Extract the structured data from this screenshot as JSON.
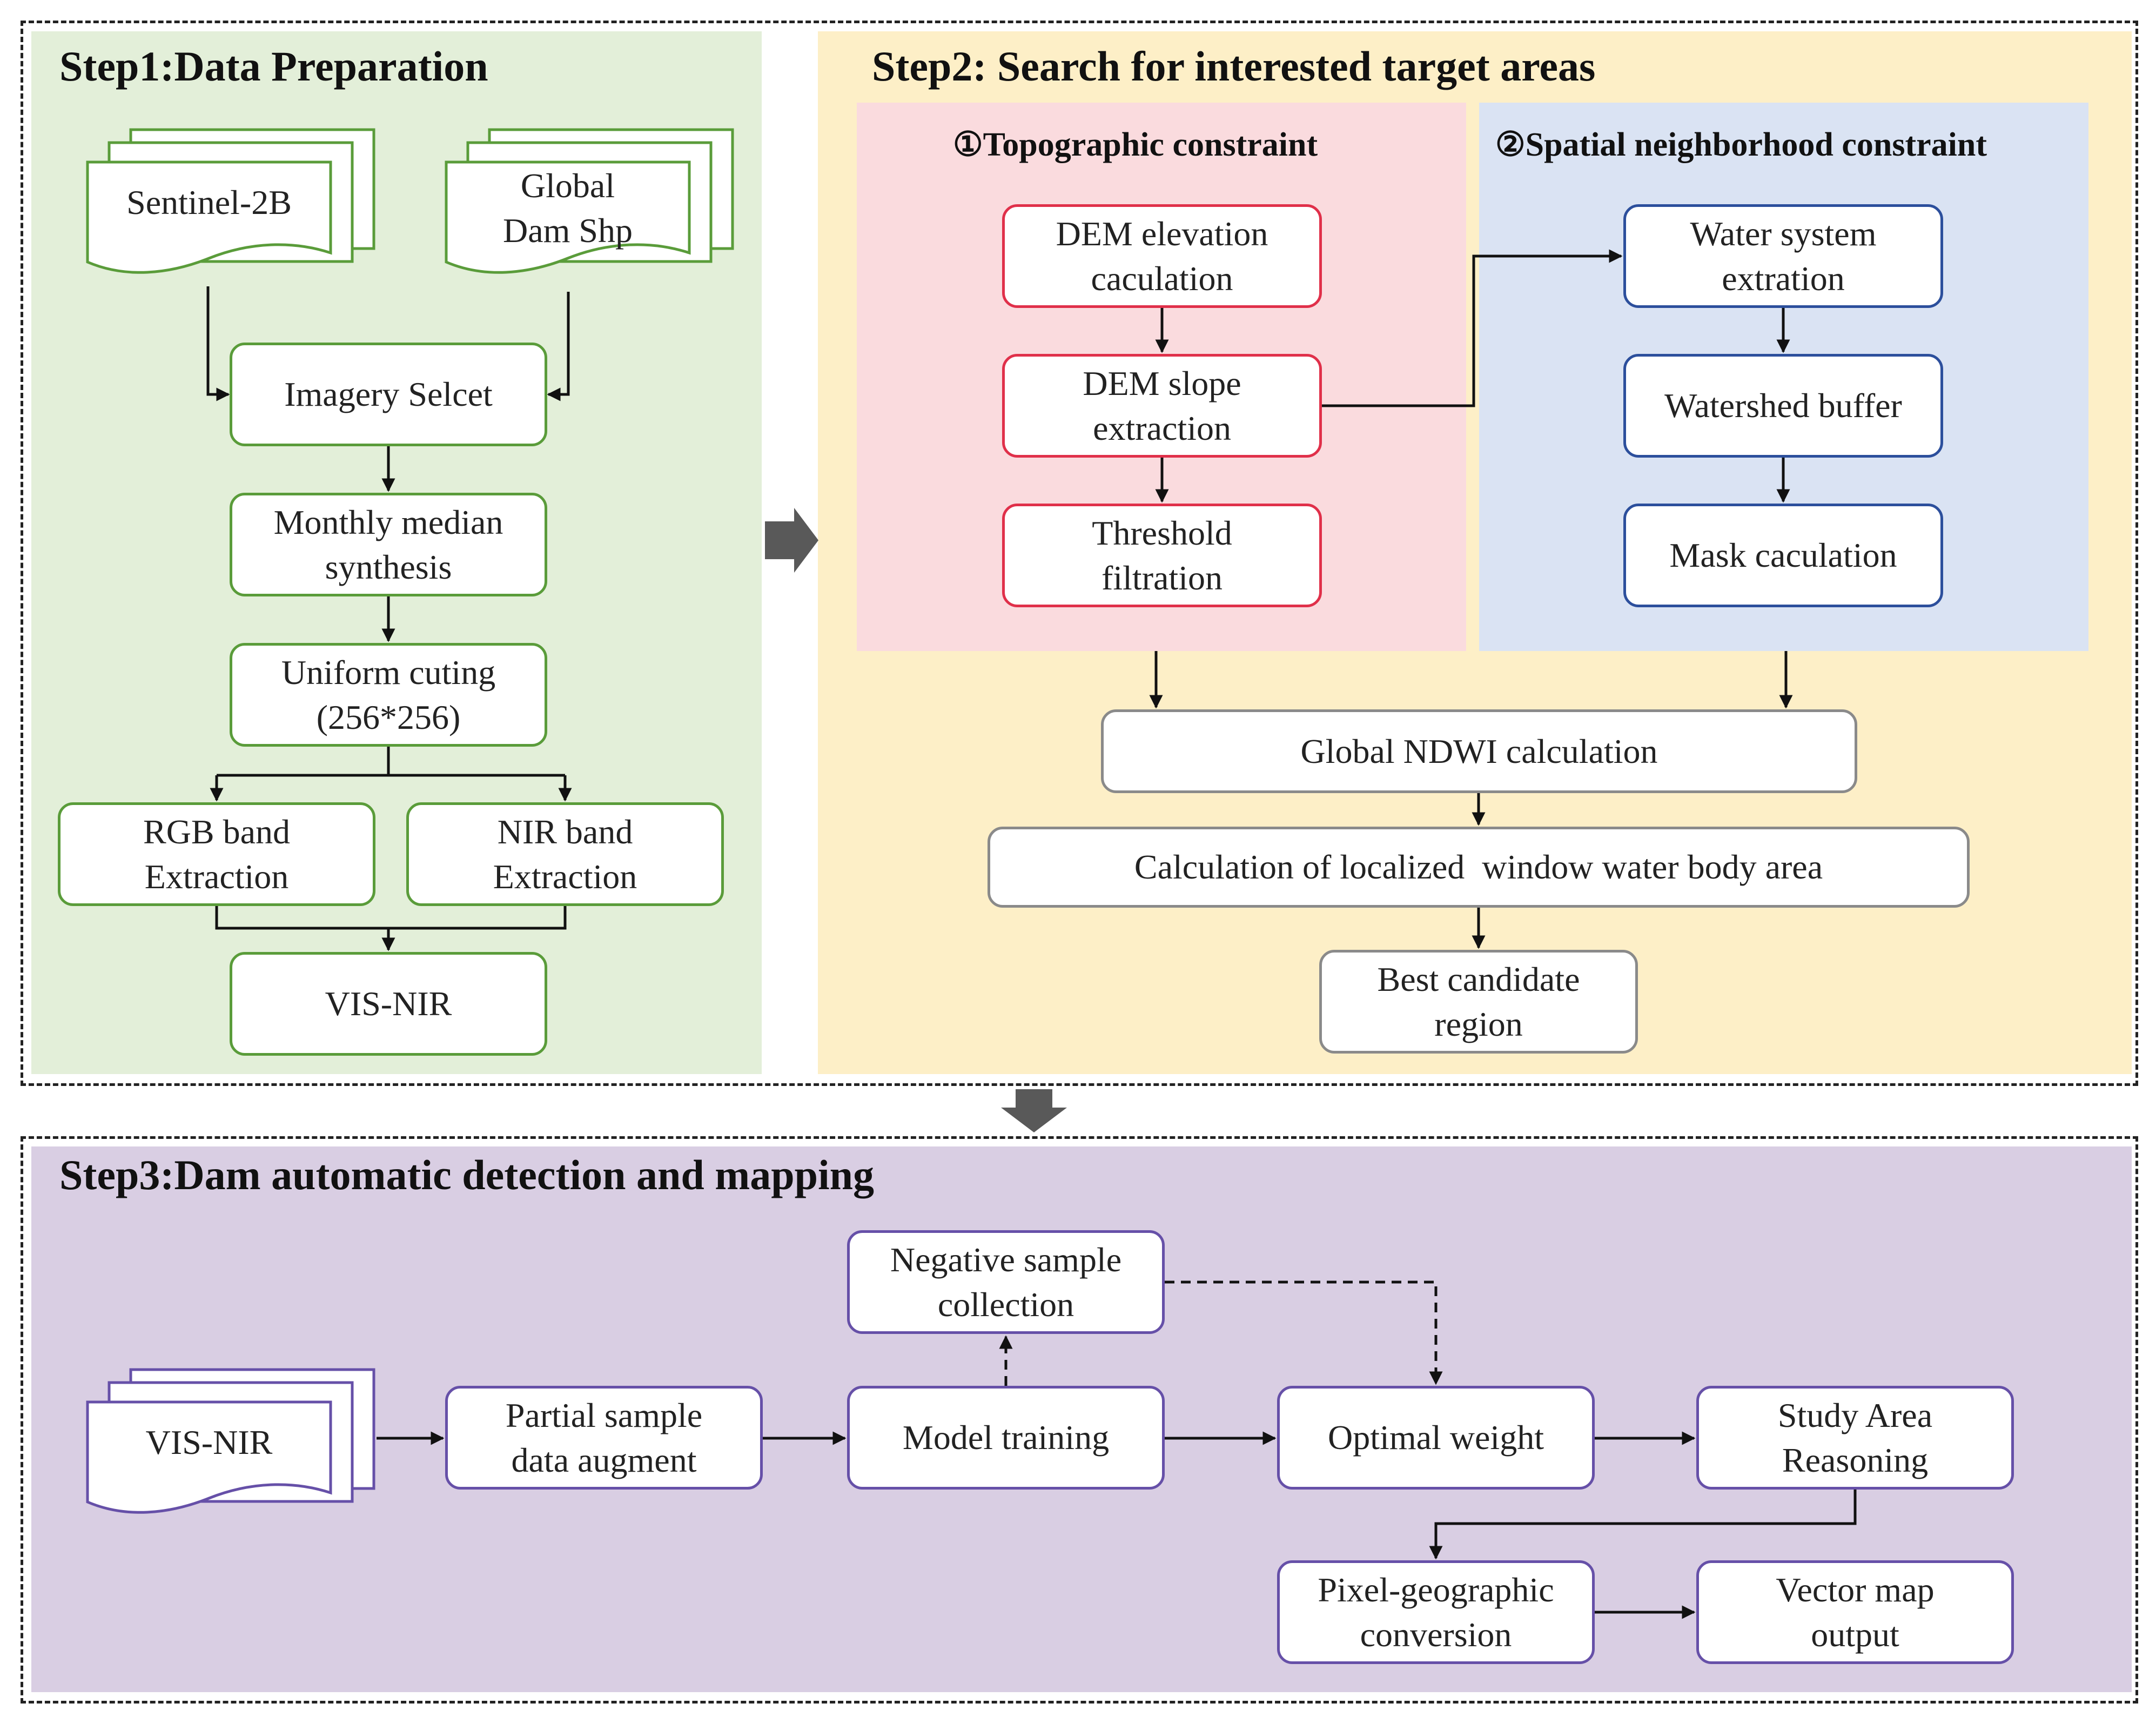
{
  "steps": {
    "step1": {
      "title": "Step1:Data Preparation"
    },
    "step2": {
      "title": "Step2: Search for interested target areas",
      "topographic": "①Topographic constraint",
      "spatial": "②Spatial neighborhood constraint"
    },
    "step3": {
      "title": "Step3:Dam automatic detection and mapping"
    }
  },
  "nodes": {
    "sentinel": "Sentinel-2B",
    "global_dam": "Global\nDam Shp",
    "imagery_select": "Imagery Selcet",
    "monthly_median": "Monthly median\nsynthesis",
    "uniform_cutting": "Uniform cuting\n(256*256)",
    "rgb_band": "RGB band\nExtraction",
    "nir_band": "NIR band\nExtraction",
    "vis_nir_1": "VIS-NIR",
    "dem_elevation": "DEM elevation\ncaculation",
    "dem_slope": "DEM slope\nextraction",
    "threshold": "Threshold\nfiltration",
    "water_system": "Water system\nextration",
    "watershed": "Watershed buffer",
    "mask": "Mask caculation",
    "ndwi": "Global NDWI calculation",
    "local_window": "Calculation of localized  window water body area",
    "best_candidate": "Best candidate\nregion",
    "vis_nir_2": "VIS-NIR",
    "partial_sample": "Partial sample\ndata augment",
    "negative_sample": "Negative sample\ncollection",
    "model_training": "Model training",
    "optimal_weight": "Optimal weight",
    "study_area": "Study Area\nReasoning",
    "pixel_geo": "Pixel-geographic\nconversion",
    "vector_map": "Vector map\noutput"
  },
  "colors": {
    "step1_bg": "#e3efd9",
    "step2_bg": "#fdefc7",
    "topo_bg": "#fadbde",
    "spatial_bg": "#dae3f3",
    "step3_bg": "#d9cee3",
    "green": "#5a9c3a",
    "red": "#e0304a",
    "blue": "#2c4f9c",
    "grey": "#8a8a8a",
    "purple": "#6650a8",
    "arrow": "#111111",
    "big_arrow": "#595959"
  }
}
